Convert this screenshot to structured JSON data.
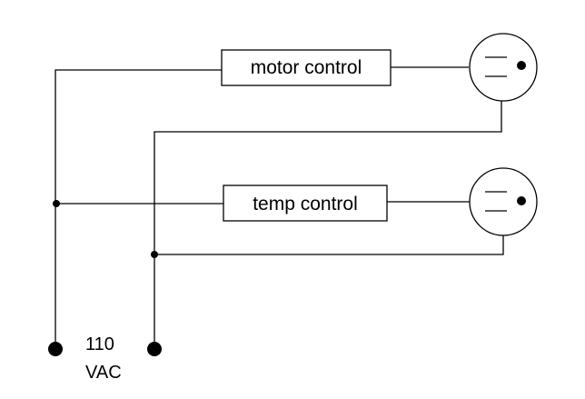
{
  "components": {
    "motor_control": {
      "label": "motor control"
    },
    "temp_control": {
      "label": "temp control"
    }
  },
  "power_source": {
    "voltage_value": "110",
    "voltage_unit": "VAC"
  }
}
